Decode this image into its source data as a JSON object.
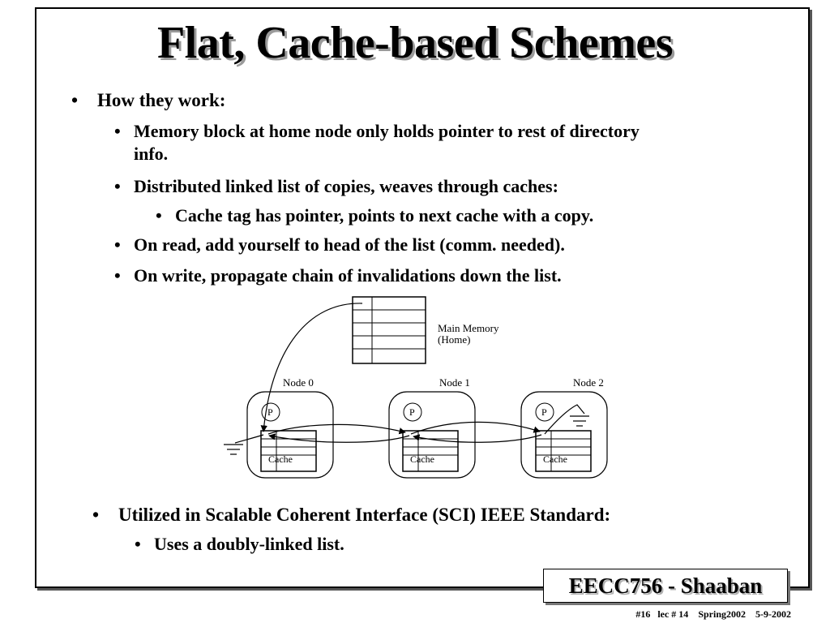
{
  "title": "Flat, Cache-based Schemes",
  "bullet_glyph": "•",
  "bullets": {
    "b1": "How they work:",
    "b1_1": "Memory block at home node only holds pointer to rest of directory",
    "b1_1b": "info.",
    "b1_2": "Distributed linked list of copies, weaves through caches:",
    "b1_2_1": "Cache tag has pointer, points to next cache with a copy.",
    "b1_3": "On read, add yourself to head of the list (comm. needed).",
    "b1_4": "On write, propagate chain of invalidations down the list.",
    "b2": "Utilized in Scalable Coherent Interface (SCI) IEEE Standard:",
    "b2_1": "Uses a doubly-linked list."
  },
  "diagram": {
    "memory_label_1": "Main Memory",
    "memory_label_2": "(Home)",
    "nodes": [
      {
        "label": "Node 0",
        "proc": "P",
        "cache": "Cache"
      },
      {
        "label": "Node 1",
        "proc": "P",
        "cache": "Cache"
      },
      {
        "label": "Node 2",
        "proc": "P",
        "cache": "Cache"
      }
    ]
  },
  "footer": {
    "course": "EECC756 - Shaaban",
    "slide_num": "#16",
    "lec": "lec # 14",
    "term": "Spring2002",
    "date": "5-9-2002"
  }
}
